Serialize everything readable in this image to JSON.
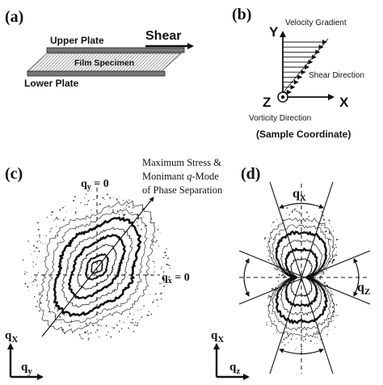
{
  "panel_a": {
    "label": "(a)",
    "upper_plate": "Upper Plate",
    "shear": "Shear",
    "film_specimen": "Film Specimen",
    "lower_plate": "Lower Plate"
  },
  "panel_b": {
    "label": "(b)",
    "y_axis": "Y",
    "velocity_gradient": "Velocity Gradient",
    "shear_direction": "Shear Direction",
    "z_axis": "Z",
    "x_axis": "X",
    "vorticity_direction": "Vorticity Direction",
    "caption": "(Sample Coordinate)"
  },
  "panel_c": {
    "label": "(c)",
    "qy_zero": "q",
    "qy_zero_sub": "y",
    "qy_zero_eq": " = 0",
    "annotation_line1": "Maximum Stress &",
    "annotation_line2_pre": "Monimant ",
    "annotation_line2_q": "q",
    "annotation_line2_post": "-Mode",
    "annotation_line3": "of Phase Separation",
    "qx_zero": "q",
    "qx_zero_sub": "x",
    "qx_zero_eq": " = 0",
    "axis_vertical": "q",
    "axis_vertical_sub": "X",
    "axis_horizontal": "q",
    "axis_horizontal_sub": "y"
  },
  "panel_d": {
    "label": "(d)",
    "qx_top": "q",
    "qx_top_sub": "X",
    "qz_right": "q",
    "qz_right_sub": "Z",
    "axis_vertical": "q",
    "axis_vertical_sub": "X",
    "axis_horizontal": "q",
    "axis_horizontal_sub": "z"
  },
  "colors": {
    "ink": "#111111",
    "hatch": "#777777"
  }
}
